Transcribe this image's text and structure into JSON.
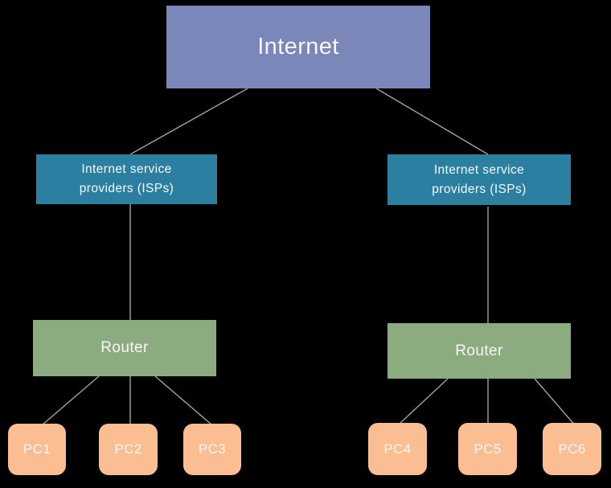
{
  "diagram": {
    "background": "#000000",
    "connector_color": "#a3a3a3",
    "text_color": "#f7f7f7",
    "nodes": {
      "internet": {
        "label": "Internet",
        "color": "#7b87b8"
      },
      "isp_left": {
        "lines": [
          "Internet service",
          "providers (ISPs)"
        ],
        "color": "#2b80a1"
      },
      "isp_right": {
        "lines": [
          "Internet service",
          "providers (ISPs)"
        ],
        "color": "#2b80a1"
      },
      "router_left": {
        "label": "Router",
        "color": "#8cab7e"
      },
      "router_right": {
        "label": "Router",
        "color": "#8cab7e"
      },
      "pc1": {
        "label": "PC1",
        "color": "#fabe92"
      },
      "pc2": {
        "label": "PC2",
        "color": "#fabe92"
      },
      "pc3": {
        "label": "PC3",
        "color": "#fabe92"
      },
      "pc4": {
        "label": "PC4",
        "color": "#fabe92"
      },
      "pc5": {
        "label": "PC5",
        "color": "#fabe92"
      },
      "pc6": {
        "label": "PC6",
        "color": "#fabe92"
      }
    },
    "edges": [
      {
        "from": "internet",
        "to": "isp_left"
      },
      {
        "from": "internet",
        "to": "isp_right"
      },
      {
        "from": "isp_left",
        "to": "router_left"
      },
      {
        "from": "isp_right",
        "to": "router_right"
      },
      {
        "from": "router_left",
        "to": "pc1"
      },
      {
        "from": "router_left",
        "to": "pc2"
      },
      {
        "from": "router_left",
        "to": "pc3"
      },
      {
        "from": "router_right",
        "to": "pc4"
      },
      {
        "from": "router_right",
        "to": "pc5"
      },
      {
        "from": "router_right",
        "to": "pc6"
      }
    ]
  }
}
